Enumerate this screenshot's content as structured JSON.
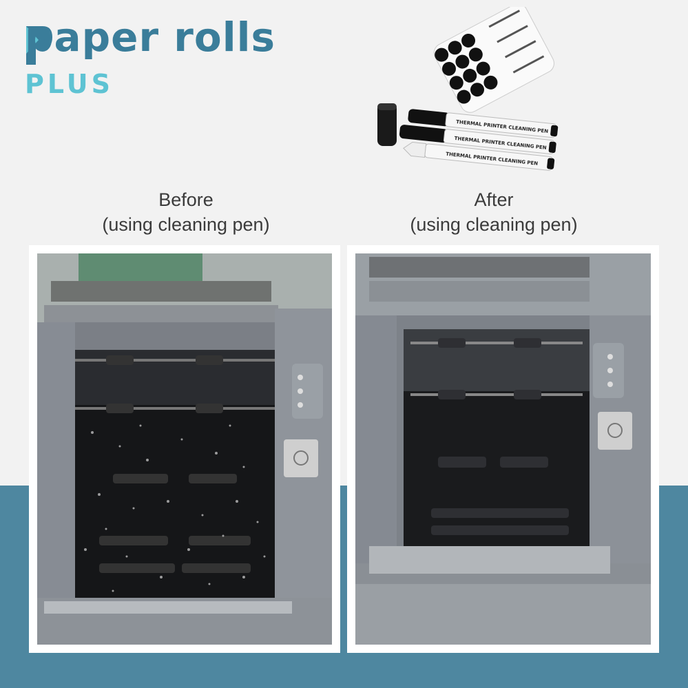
{
  "brand": {
    "name": "paper rolls",
    "sub": "PLUS",
    "colors": {
      "primary": "#3a7d9a",
      "accent": "#5ec3d3",
      "band": "#4e87a0"
    }
  },
  "product": {
    "pen_label": "THERMAL PRINTER CLEANING PEN",
    "icon": "cleaning-pen-bundle"
  },
  "comparison": {
    "before": {
      "line1": "Before",
      "line2": "(using cleaning pen)"
    },
    "after": {
      "line1": "After",
      "line2": "(using cleaning pen)"
    }
  }
}
